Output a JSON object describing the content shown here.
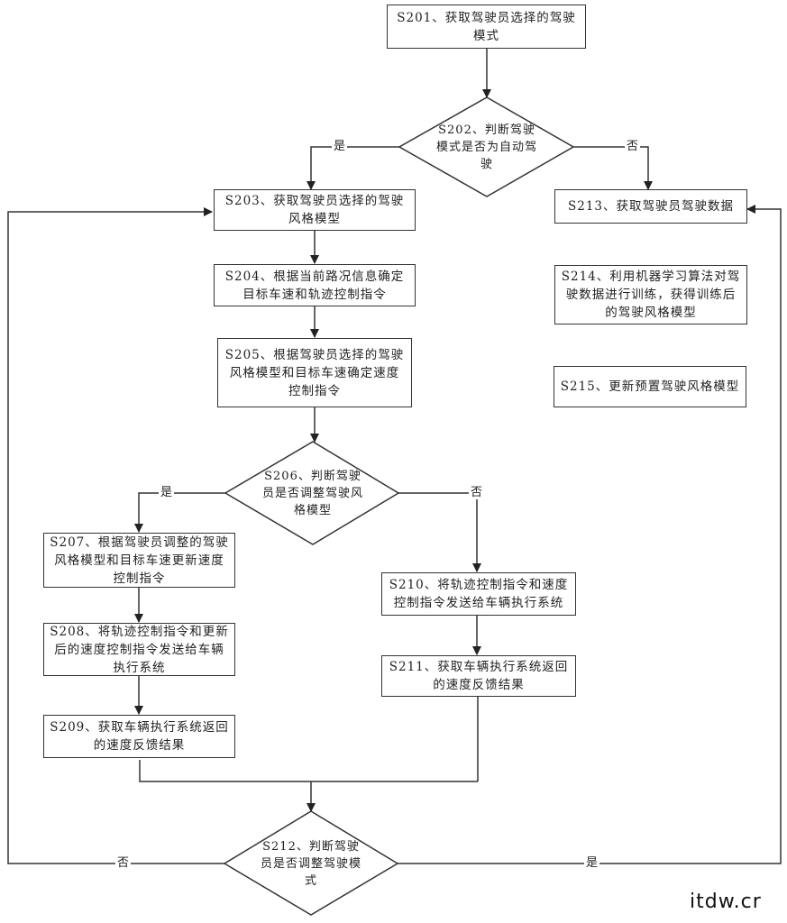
{
  "diagram": {
    "steps": {
      "s201": "S201、获取驾驶员选择的驾驶模式",
      "s202": "S202、判断驾驶模式是否为自动驾驶",
      "s203": "S203、获取驾驶员选择的驾驶风格模型",
      "s204": "S204、根据当前路况信息确定目标车速和轨迹控制指令",
      "s205": "S205、根据驾驶员选择的驾驶风格模型和目标车速确定速度控制指令",
      "s206": "S206、判断驾驶员是否调整驾驶风格模型",
      "s207": "S207、根据驾驶员调整的驾驶风格模型和目标车速更新速度控制指令",
      "s208": "S208、将轨迹控制指令和更新后的速度控制指令发送给车辆执行系统",
      "s209": "S209、获取车辆执行系统返回的速度反馈结果",
      "s210": "S210、将轨迹控制指令和速度控制指令发送给车辆执行系统",
      "s211": "S211、获取车辆执行系统返回的速度反馈结果",
      "s212": "S212、判断驾驶员是否调整驾驶模式",
      "s213": "S213、获取驾驶员驾驶数据",
      "s214": "S214、利用机器学习算法对驾驶数据进行训练，获得训练后的驾驶风格模型",
      "s215": "S215、更新预置驾驶风格模型"
    },
    "labels": {
      "yes": "是",
      "no": "否"
    },
    "watermark": "itdw.cr"
  }
}
